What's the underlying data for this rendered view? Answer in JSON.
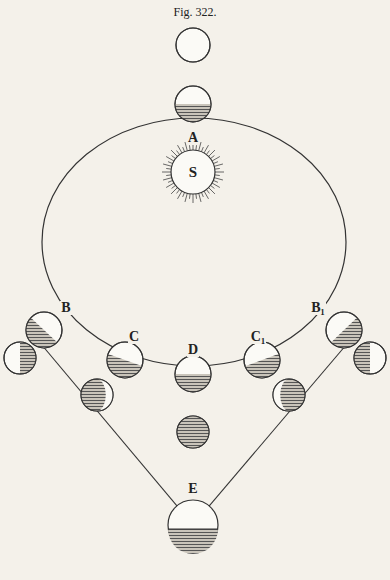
{
  "diagram": {
    "title": "Fig. 322.",
    "nodes": [
      {
        "text": [
          "S"
        ]
      }
    ],
    "labels": [
      "A",
      "B",
      "B₁",
      "C",
      "C₁",
      "D",
      "E"
    ]
  }
}
